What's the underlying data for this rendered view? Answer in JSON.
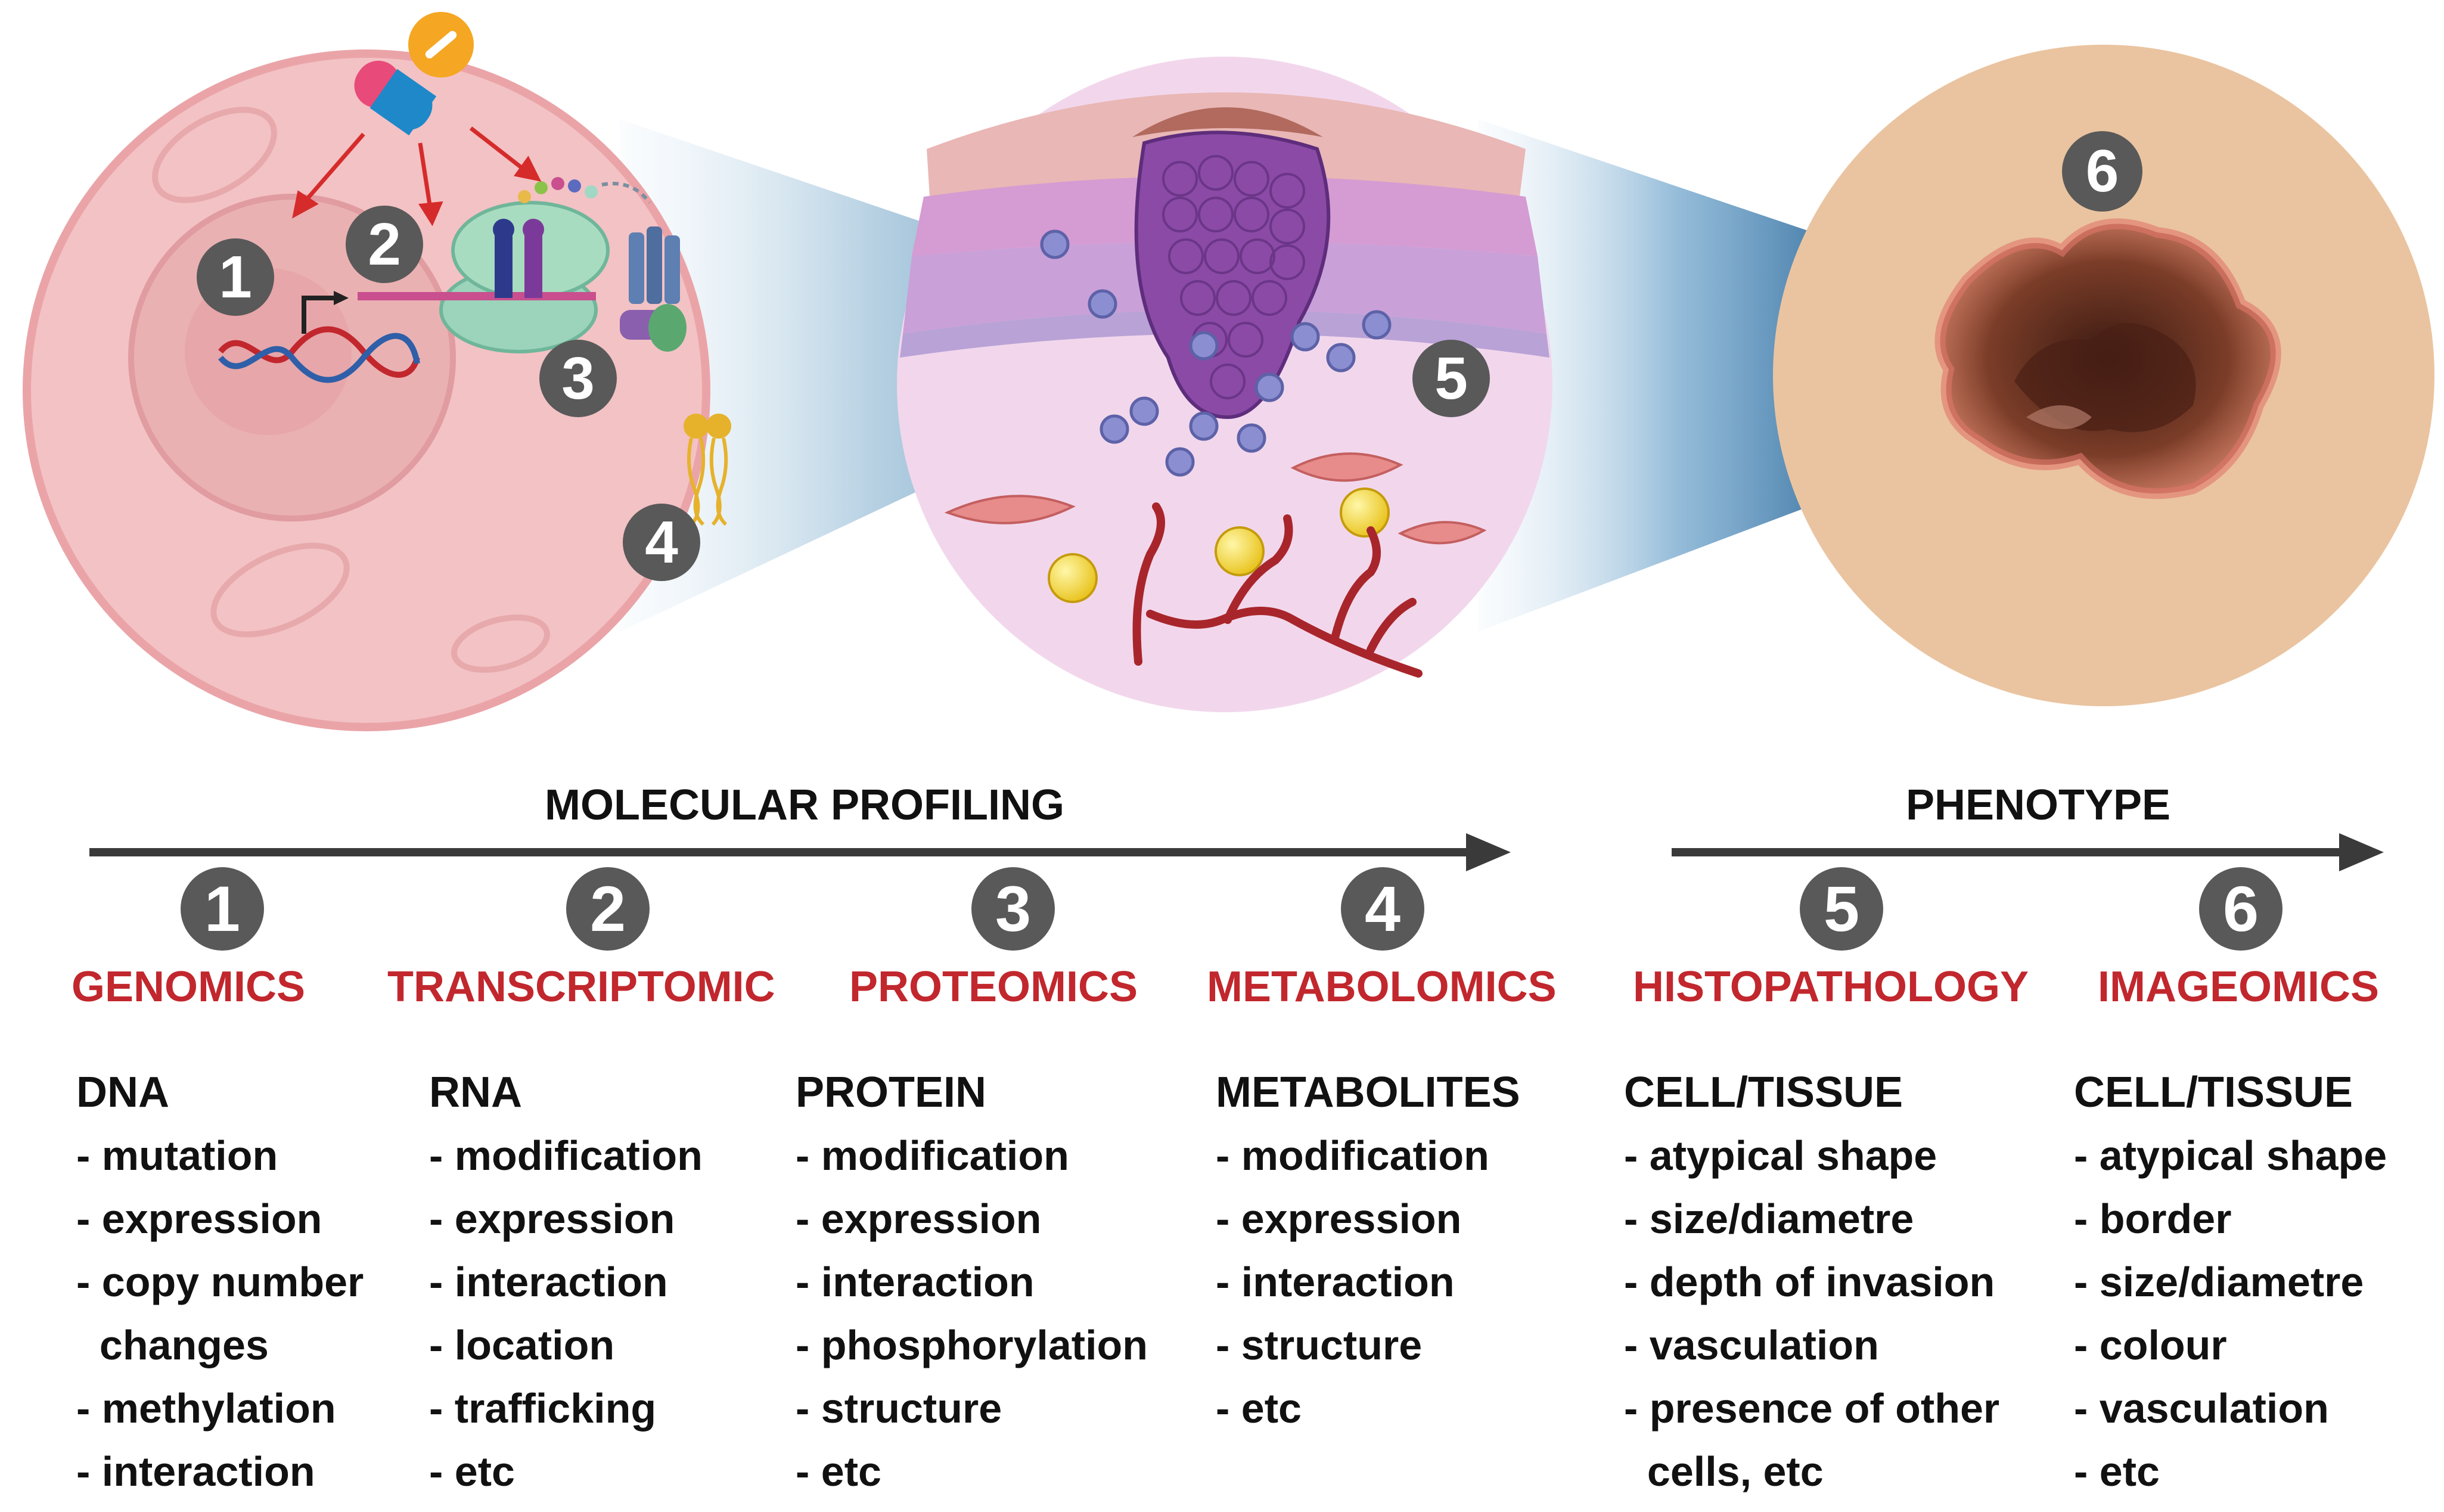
{
  "scene_numbers": [
    "1",
    "2",
    "3",
    "4",
    "5",
    "6"
  ],
  "bands": [
    {
      "title": "MOLECULAR PROFILING"
    },
    {
      "title": "PHENOTYPE"
    }
  ],
  "columns": [
    {
      "number": "1",
      "category": "GENOMICS",
      "heading": "DNA",
      "items": [
        "- mutation",
        "- expression",
        "- copy number",
        "  changes",
        "- methylation",
        "- interaction"
      ]
    },
    {
      "number": "2",
      "category": "TRANSCRIPTOMIC",
      "heading": "RNA",
      "items": [
        "- modification",
        "- expression",
        "- interaction",
        "- location",
        "- trafficking",
        "- etc"
      ]
    },
    {
      "number": "3",
      "category": "PROTEOMICS",
      "heading": "PROTEIN",
      "items": [
        "- modification",
        "- expression",
        "- interaction",
        "- phosphorylation",
        "- structure",
        "- etc"
      ]
    },
    {
      "number": "4",
      "category": "METABOLOMICS",
      "heading": "METABOLITES",
      "items": [
        "- modification",
        "- expression",
        "- interaction",
        "- structure",
        "- etc"
      ]
    },
    {
      "number": "5",
      "category": "HISTOPATHOLOGY",
      "heading": "CELL/TISSUE",
      "items": [
        "- atypical shape",
        "- size/diametre",
        "- depth of invasion",
        "- vasculation",
        "- presence of other",
        "  cells, etc"
      ]
    },
    {
      "number": "6",
      "category": "IMAGEOMICS",
      "heading": "CELL/TISSUE",
      "items": [
        "- atypical shape",
        "- border",
        "- size/diametre",
        "- colour",
        "- vasculation",
        "- etc"
      ]
    }
  ],
  "colors": {
    "category_red": "#c1272d",
    "badge_grey": "#595959",
    "arrow_grey": "#3a3a3a"
  }
}
